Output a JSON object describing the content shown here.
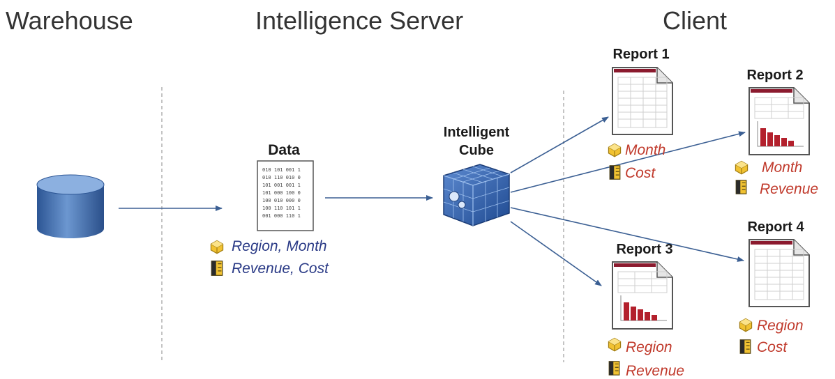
{
  "headers": {
    "warehouse": "Warehouse",
    "server": "Intelligence Server",
    "client": "Client"
  },
  "data_node": {
    "title": "Data",
    "attributes": "Region, Month",
    "metrics": "Revenue, Cost",
    "binary_lines": [
      "010 101 001 1",
      "010 110 010 0",
      "101 001 001 1",
      "101 000 100 0",
      "100 010 000 0",
      "100 110 101 1",
      "001 000 110 1"
    ]
  },
  "cube": {
    "title_line1": "Intelligent",
    "title_line2": "Cube"
  },
  "reports": {
    "r1": {
      "title": "Report 1",
      "attribute": "Month",
      "metric": "Cost"
    },
    "r2": {
      "title": "Report 2",
      "attribute": "Month",
      "metric": "Revenue"
    },
    "r3": {
      "title": "Report 3",
      "attribute": "Region",
      "metric": "Revenue"
    },
    "r4": {
      "title": "Report 4",
      "attribute": "Region",
      "metric": "Cost"
    }
  },
  "colors": {
    "arrow": "#3b5f93",
    "attr_text": "#2a3a86",
    "report_text": "#c0392b",
    "cylinder": "#3f6fb0",
    "cube": "#2e5da8",
    "divider": "#b0b0b0"
  }
}
